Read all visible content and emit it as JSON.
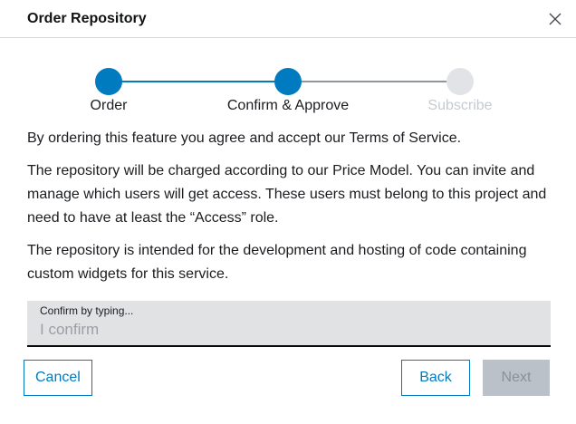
{
  "dialog": {
    "title": "Order Repository",
    "close_icon": "x-icon"
  },
  "stepper": {
    "steps": [
      {
        "label": "Order",
        "state": "active"
      },
      {
        "label": "Confirm & Approve",
        "state": "active"
      },
      {
        "label": "Subscribe",
        "state": "inactive"
      }
    ]
  },
  "body": {
    "paragraphs": [
      "By ordering this feature you agree and accept our Terms of Service.",
      "The repository will be charged according to our Price Model. You can invite and manage which users will get access. These users must belong to this project and need to have at least the “Access” role.",
      "The repository is intended for the development and hosting of code containing custom widgets for this service."
    ]
  },
  "form": {
    "confirm_field": {
      "label": "Confirm by typing...",
      "placeholder": "I confirm",
      "value": ""
    }
  },
  "footer": {
    "cancel_label": "Cancel",
    "back_label": "Back",
    "next_label": "Next",
    "next_disabled": true
  },
  "colors": {
    "accent_blue": "#007bc0",
    "step_inactive_gray": "#e1e3e6",
    "connector_gray": "#90969c",
    "input_background": "#e0e2e4",
    "disabled_button_bg": "#bac1c8",
    "disabled_button_text": "#8a9198"
  }
}
